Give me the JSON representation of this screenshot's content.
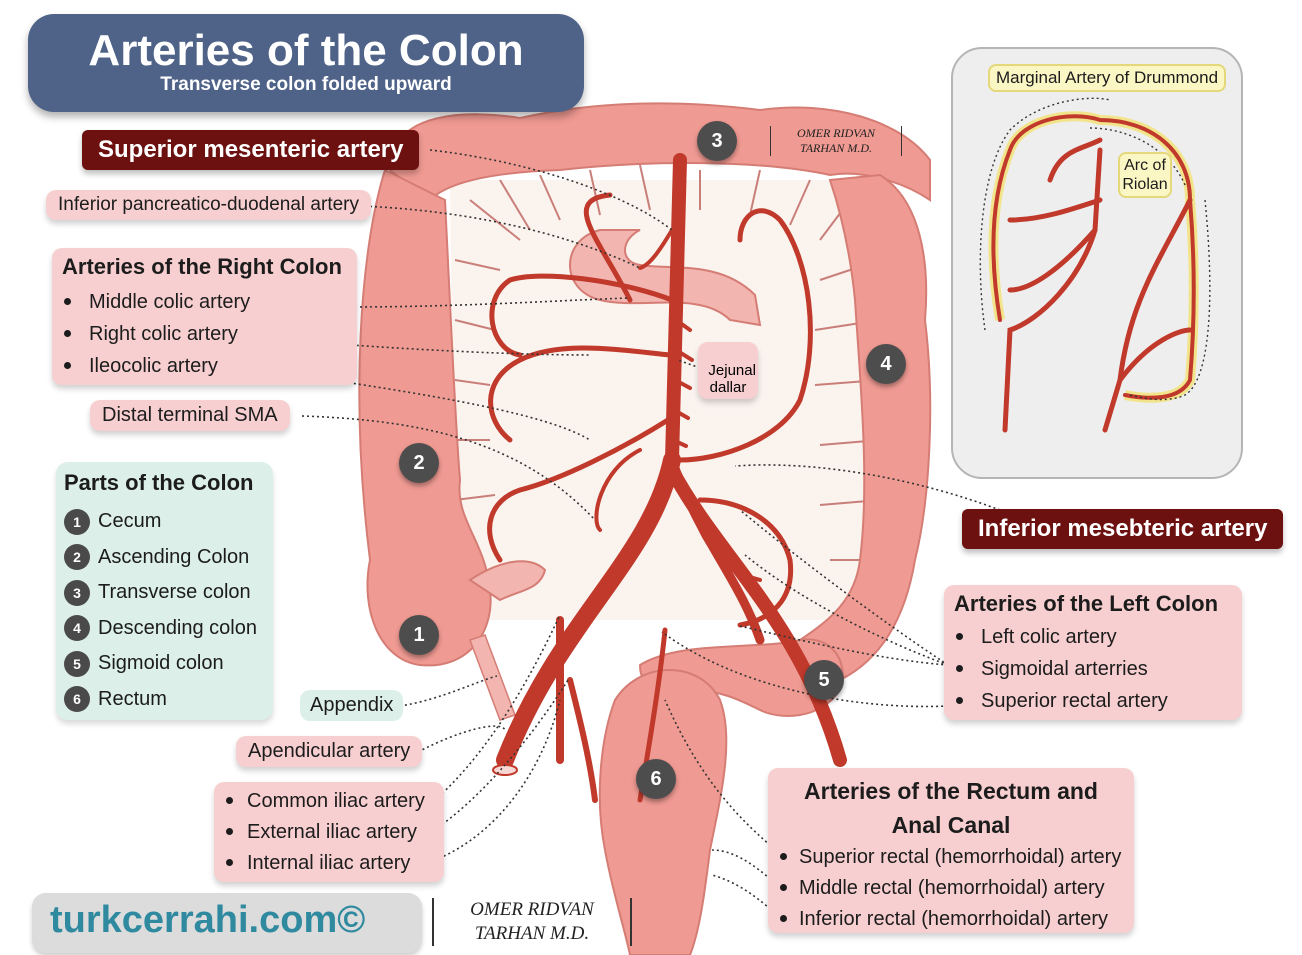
{
  "title": {
    "main": "Arteries of the Colon",
    "subtitle": "Transverse colon folded upward"
  },
  "labels": {
    "sma": "Superior mesenteric artery",
    "ipd": "Inferior pancreatico-duodenal artery",
    "dtsma": "Distal terminal SMA",
    "jejunal": "Jejunal\ndallar",
    "ima": "Inferior mesebteric artery",
    "appendix": "Appendix",
    "apendicular": "Apendicular artery"
  },
  "right_colon": {
    "heading": "Arteries of the Right Colon",
    "items": [
      "Middle colic artery",
      "Right colic artery",
      "Ileocolic artery"
    ]
  },
  "left_colon": {
    "heading": "Arteries of the Left Colon",
    "items": [
      "Left colic artery",
      "Sigmoidal arterries",
      "Superior rectal artery"
    ]
  },
  "rectum": {
    "heading": "Arteries of the Rectum and\nAnal Canal",
    "items": [
      "Superior rectal (hemorrhoidal) artery",
      "Middle rectal (hemorrhoidal) artery",
      "Inferior rectal (hemorrhoidal) artery"
    ]
  },
  "iliac": {
    "items": [
      "Common iliac artery",
      "External iliac artery",
      "Internal iliac artery"
    ]
  },
  "parts": {
    "heading": "Parts of the Colon",
    "items": [
      {
        "n": "1",
        "name": "Cecum"
      },
      {
        "n": "2",
        "name": "Ascending Colon"
      },
      {
        "n": "3",
        "name": "Transverse colon"
      },
      {
        "n": "4",
        "name": "Descending colon"
      },
      {
        "n": "5",
        "name": "Sigmoid colon"
      },
      {
        "n": "6",
        "name": "Rectum"
      }
    ]
  },
  "diagram_numbers": [
    "1",
    "2",
    "3",
    "4",
    "5",
    "6"
  ],
  "inset": {
    "marginal": "Marginal Artery of Drummond",
    "riolan": "Arc of\nRiolan"
  },
  "signature": {
    "line1": "OMER RIDVAN",
    "line2": "TARHAN M.D."
  },
  "brand": "turkcerrahi.com©",
  "colors": {
    "title_bg": "#4f6288",
    "dark_label": "#6d1010",
    "label_bg": "#f7cfd0",
    "parts_bg": "#dcefe9",
    "colon": "#ef9a92",
    "artery": "#c0392b",
    "brand": "#2f8aa0"
  }
}
